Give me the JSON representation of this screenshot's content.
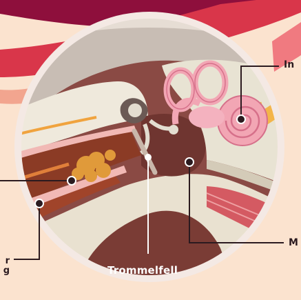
{
  "labels": {
    "eardrum": "Trommelfell",
    "inner_ear": "In",
    "middle_ear": "M",
    "ear_canal_line1": "r",
    "ear_canal_line2": "g"
  },
  "colors": {
    "background": "#fbe3cf",
    "banner_dark": "#8e0f3c",
    "banner_red": "#d9364a",
    "ring": "#f4e9e4",
    "label_text": "#2b1a1f",
    "cavity": "#8a4a44",
    "bone": "#ece6d6",
    "cochlea": "#f2a6b4",
    "earwax": "#e09a3a"
  },
  "icons": [
    "cochlea-illustration",
    "ossicles-illustration",
    "pointer-dot"
  ]
}
